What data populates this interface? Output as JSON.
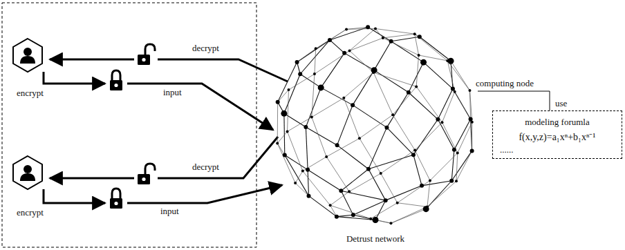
{
  "diagram": {
    "nodes": [
      {
        "text": [
          "Detrust network"
        ]
      },
      {
        "text": [
          "modeling forumla",
          "f(x,y,z)=a₁xⁿ+b₁xⁿ⁻¹",
          "......"
        ]
      }
    ],
    "edges": [
      {
        "from": 0,
        "to": 1,
        "arrow": "none",
        "label": "use"
      }
    ],
    "labels": [
      "decrypt",
      "encrypt",
      "input",
      "decrypt",
      "encrypt",
      "input",
      "computing node"
    ]
  }
}
